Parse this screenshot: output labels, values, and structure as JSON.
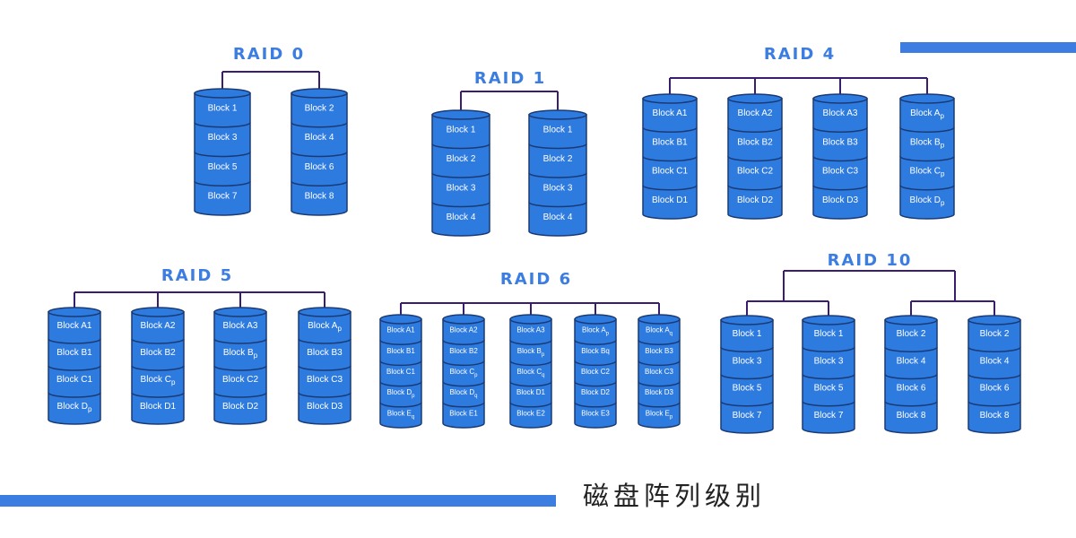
{
  "caption": "磁盘阵列级别",
  "colors": {
    "title": "#3b7de0",
    "disk_body": "#2e7be0",
    "disk_edge": "#1a3a75",
    "disk_text": "#ffffff",
    "connector": "#3a1d6e",
    "accent_bar": "#3b7de0"
  },
  "raid_groups": [
    {
      "title": "RAID 0",
      "disks": [
        {
          "blocks": [
            {
              "t": "Block 1"
            },
            {
              "t": "Block 3"
            },
            {
              "t": "Block 5"
            },
            {
              "t": "Block 7"
            }
          ]
        },
        {
          "blocks": [
            {
              "t": "Block 2"
            },
            {
              "t": "Block 4"
            },
            {
              "t": "Block 6"
            },
            {
              "t": "Block 8"
            }
          ]
        }
      ]
    },
    {
      "title": "RAID 1",
      "disks": [
        {
          "blocks": [
            {
              "t": "Block 1"
            },
            {
              "t": "Block 2"
            },
            {
              "t": "Block 3"
            },
            {
              "t": "Block 4"
            }
          ]
        },
        {
          "blocks": [
            {
              "t": "Block 1"
            },
            {
              "t": "Block 2"
            },
            {
              "t": "Block 3"
            },
            {
              "t": "Block 4"
            }
          ]
        }
      ]
    },
    {
      "title": "RAID 4",
      "disks": [
        {
          "blocks": [
            {
              "t": "Block A1"
            },
            {
              "t": "Block B1"
            },
            {
              "t": "Block C1"
            },
            {
              "t": "Block D1"
            }
          ]
        },
        {
          "blocks": [
            {
              "t": "Block A2"
            },
            {
              "t": "Block B2"
            },
            {
              "t": "Block C2"
            },
            {
              "t": "Block D2"
            }
          ]
        },
        {
          "blocks": [
            {
              "t": "Block A3"
            },
            {
              "t": "Block B3"
            },
            {
              "t": "Block C3"
            },
            {
              "t": "Block D3"
            }
          ]
        },
        {
          "blocks": [
            {
              "t": "Block A",
              "s": "p"
            },
            {
              "t": "Block B",
              "s": "p"
            },
            {
              "t": "Block C",
              "s": "p"
            },
            {
              "t": "Block D",
              "s": "p"
            }
          ]
        }
      ]
    },
    {
      "title": "RAID 5",
      "disks": [
        {
          "blocks": [
            {
              "t": "Block A1"
            },
            {
              "t": "Block B1"
            },
            {
              "t": "Block C1"
            },
            {
              "t": "Block D",
              "s": "p"
            }
          ]
        },
        {
          "blocks": [
            {
              "t": "Block A2"
            },
            {
              "t": "Block B2"
            },
            {
              "t": "Block C",
              "s": "p"
            },
            {
              "t": "Block D1"
            }
          ]
        },
        {
          "blocks": [
            {
              "t": "Block A3"
            },
            {
              "t": "Block B",
              "s": "p"
            },
            {
              "t": "Block C2"
            },
            {
              "t": "Block D2"
            }
          ]
        },
        {
          "blocks": [
            {
              "t": "Block A",
              "s": "p"
            },
            {
              "t": "Block B3"
            },
            {
              "t": "Block C3"
            },
            {
              "t": "Block D3"
            }
          ]
        }
      ]
    },
    {
      "title": "RAID 6",
      "disks": [
        {
          "blocks": [
            {
              "t": "Block A1"
            },
            {
              "t": "Block B1"
            },
            {
              "t": "Block C1"
            },
            {
              "t": "Block D",
              "s": "p"
            },
            {
              "t": "Block E",
              "s": "q"
            }
          ]
        },
        {
          "blocks": [
            {
              "t": "Block A2"
            },
            {
              "t": "Block B2"
            },
            {
              "t": "Block C",
              "s": "p"
            },
            {
              "t": "Block D",
              "s": "q"
            },
            {
              "t": "Block E1"
            }
          ]
        },
        {
          "blocks": [
            {
              "t": "Block A3"
            },
            {
              "t": "Block B",
              "s": "p"
            },
            {
              "t": "Block C",
              "s": "q"
            },
            {
              "t": "Block D1"
            },
            {
              "t": "Block E2"
            }
          ]
        },
        {
          "blocks": [
            {
              "t": "Block A",
              "s": "p"
            },
            {
              "t": "Block Bq"
            },
            {
              "t": "Block C2"
            },
            {
              "t": "Block D2"
            },
            {
              "t": "Block E3"
            }
          ]
        },
        {
          "blocks": [
            {
              "t": "Block A",
              "s": "q"
            },
            {
              "t": "Block B3"
            },
            {
              "t": "Block C3"
            },
            {
              "t": "Block D3"
            },
            {
              "t": "Block E",
              "s": "p"
            }
          ]
        }
      ]
    },
    {
      "title": "RAID 10",
      "disks": [
        {
          "blocks": [
            {
              "t": "Block 1"
            },
            {
              "t": "Block 3"
            },
            {
              "t": "Block 5"
            },
            {
              "t": "Block 7"
            }
          ]
        },
        {
          "blocks": [
            {
              "t": "Block 1"
            },
            {
              "t": "Block 3"
            },
            {
              "t": "Block 5"
            },
            {
              "t": "Block 7"
            }
          ]
        },
        {
          "blocks": [
            {
              "t": "Block 2"
            },
            {
              "t": "Block 4"
            },
            {
              "t": "Block 6"
            },
            {
              "t": "Block 8"
            }
          ]
        },
        {
          "blocks": [
            {
              "t": "Block 2"
            },
            {
              "t": "Block 4"
            },
            {
              "t": "Block 6"
            },
            {
              "t": "Block 8"
            }
          ]
        }
      ]
    }
  ]
}
